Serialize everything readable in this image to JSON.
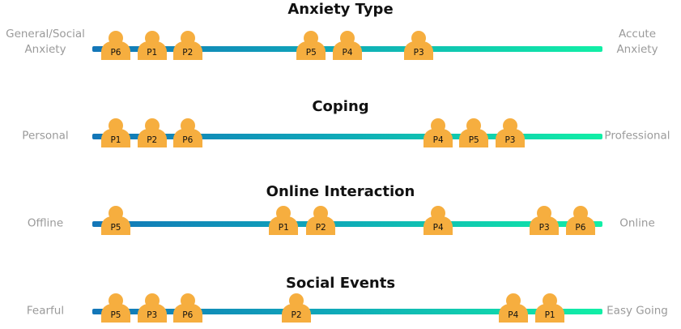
{
  "colors": {
    "track_start": "#1376b8",
    "track_end": "#11efa6",
    "persona": "#f6ae3f",
    "end_label": "#9a9a9a"
  },
  "icon": "person-icon",
  "rows": [
    {
      "title": "Anxiety Type",
      "left_label": "General/Social\nAnxiety",
      "right_label": "Accute\nAnxiety",
      "personas": [
        {
          "label": "P6",
          "position": 0.046
        },
        {
          "label": "P1",
          "position": 0.117
        },
        {
          "label": "P2",
          "position": 0.187
        },
        {
          "label": "P5",
          "position": 0.429
        },
        {
          "label": "P4",
          "position": 0.5
        },
        {
          "label": "P3",
          "position": 0.64
        }
      ]
    },
    {
      "title": "Coping",
      "left_label": "Personal",
      "right_label": "Professional",
      "personas": [
        {
          "label": "P1",
          "position": 0.046
        },
        {
          "label": "P2",
          "position": 0.117
        },
        {
          "label": "P6",
          "position": 0.187
        },
        {
          "label": "P4",
          "position": 0.678
        },
        {
          "label": "P5",
          "position": 0.748
        },
        {
          "label": "P3",
          "position": 0.819
        }
      ]
    },
    {
      "title": "Online Interaction",
      "left_label": "Offline",
      "right_label": "Online",
      "personas": [
        {
          "label": "P5",
          "position": 0.046
        },
        {
          "label": "P1",
          "position": 0.375
        },
        {
          "label": "P2",
          "position": 0.448
        },
        {
          "label": "P4",
          "position": 0.678
        },
        {
          "label": "P3",
          "position": 0.886
        },
        {
          "label": "P6",
          "position": 0.957
        }
      ]
    },
    {
      "title": "Social Events",
      "left_label": "Fearful",
      "right_label": "Easy Going",
      "personas": [
        {
          "label": "P5",
          "position": 0.046
        },
        {
          "label": "P3",
          "position": 0.117
        },
        {
          "label": "P6",
          "position": 0.187
        },
        {
          "label": "P2",
          "position": 0.4
        },
        {
          "label": "P4",
          "position": 0.825
        },
        {
          "label": "P1",
          "position": 0.897
        }
      ]
    }
  ]
}
